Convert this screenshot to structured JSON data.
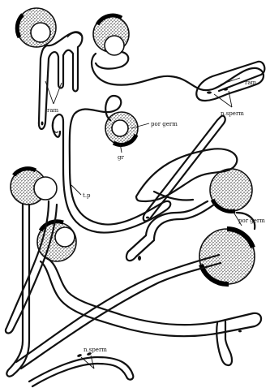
{
  "figure": {
    "labels": {
      "ram_left": "ram",
      "ram_right": "ram",
      "n_sperm_top": "n.sperm",
      "n_sperm_bottom": "n.sperm",
      "por_germ_upper": "por germ",
      "por_germ_lower": "por germ",
      "gr": "gr",
      "tp": "t.p"
    },
    "colors": {
      "ink": "#111111",
      "paper": "#ffffff"
    }
  }
}
